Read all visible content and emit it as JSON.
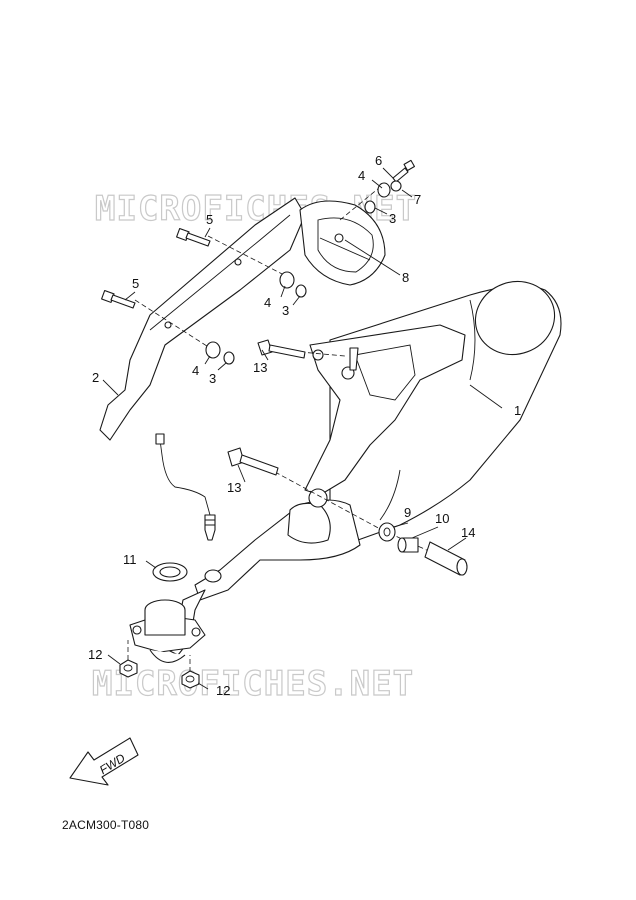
{
  "watermark": {
    "text_top": "MICROFICHES.NET",
    "text_bottom": "MICROFICHES.NET"
  },
  "callouts": {
    "c1": "1",
    "c2": "2",
    "c3a": "3",
    "c3b": "3",
    "c3c": "3",
    "c4a": "4",
    "c4b": "4",
    "c4c": "4",
    "c5a": "5",
    "c5b": "5",
    "c6": "6",
    "c7": "7",
    "c8": "8",
    "c9": "9",
    "c10": "10",
    "c11": "11",
    "c12a": "12",
    "c12b": "12",
    "c13a": "13",
    "c13b": "13",
    "c14": "14"
  },
  "fwd_arrow": {
    "label": "FWD"
  },
  "diagram_code": "2ACM300-T080"
}
